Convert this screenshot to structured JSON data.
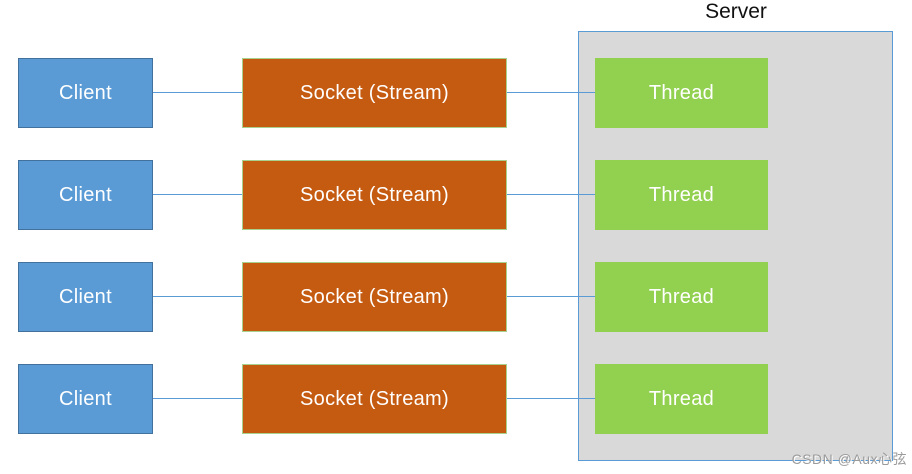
{
  "diagram": {
    "server_label": "Server",
    "rows": [
      {
        "client": "Client",
        "socket": "Socket (Stream)",
        "thread": "Thread"
      },
      {
        "client": "Client",
        "socket": "Socket (Stream)",
        "thread": "Thread"
      },
      {
        "client": "Client",
        "socket": "Socket (Stream)",
        "thread": "Thread"
      },
      {
        "client": "Client",
        "socket": "Socket (Stream)",
        "thread": "Thread"
      }
    ],
    "watermark": "CSDN @Aux心弦",
    "colors": {
      "client_fill": "#5B9BD5",
      "client_border": "#41719C",
      "socket_fill": "#C55A11",
      "socket_border": "#A9D18E",
      "thread_fill": "#92D050",
      "server_fill": "#D9D9D9",
      "server_border": "#5B9BD5",
      "connector": "#5B9BD5",
      "label_text": "#FFFFFF",
      "server_label_text": "#111111"
    }
  }
}
